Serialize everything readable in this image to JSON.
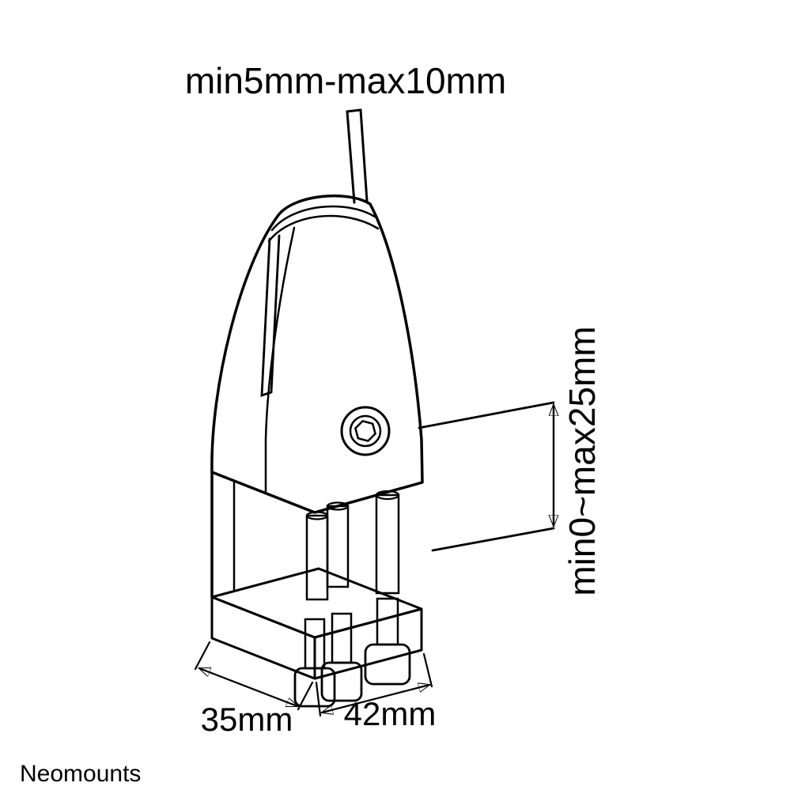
{
  "labels": {
    "panel_thickness": "min5mm-max10mm",
    "desk_thickness": "min0~max25mm",
    "base_depth": "35mm",
    "base_width": "42mm"
  },
  "brand": "Neomounts",
  "colors": {
    "line": "#000000",
    "brand": "#9e9e9e",
    "background": "#ffffff"
  }
}
